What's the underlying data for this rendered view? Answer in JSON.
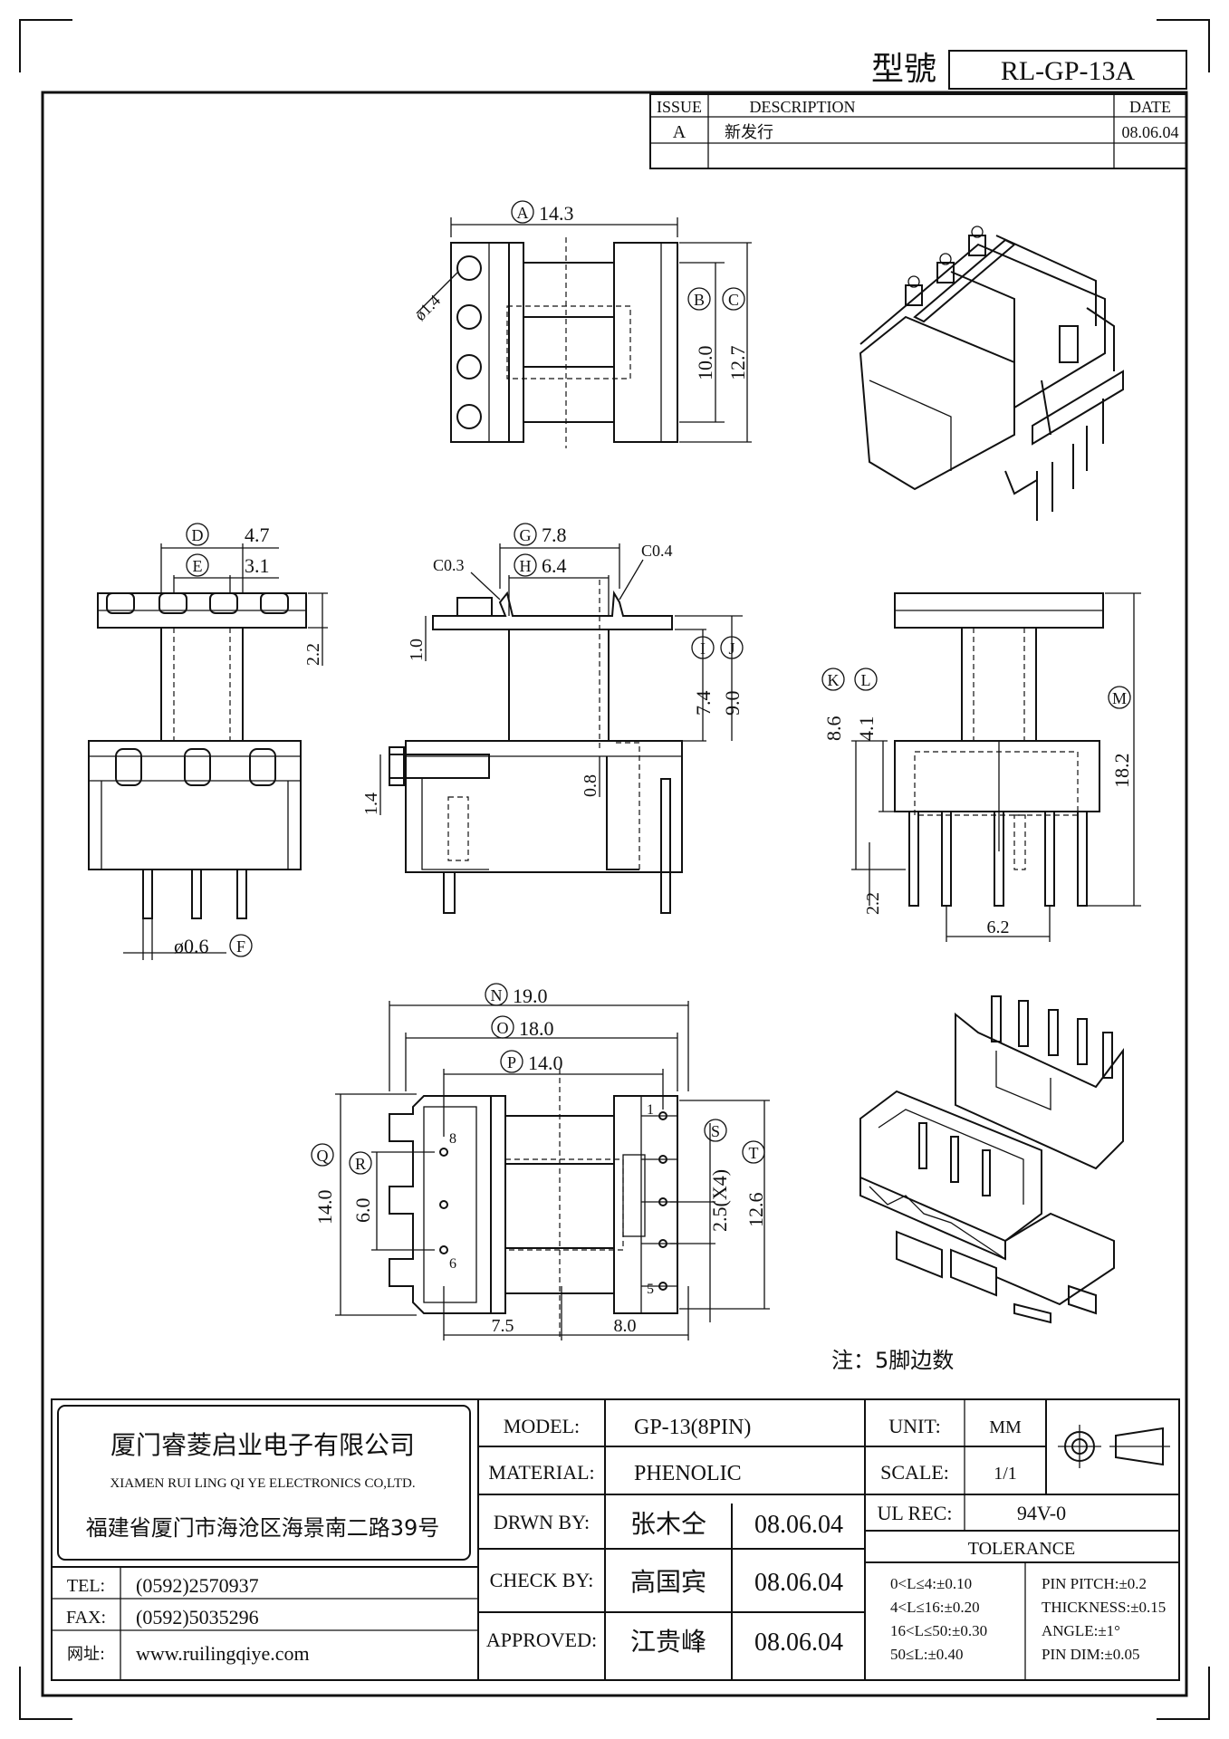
{
  "header": {
    "model_label": "型號",
    "model_value": "RL-GP-13A"
  },
  "revision": {
    "col_issue": "ISSUE",
    "col_description": "DESCRIPTION",
    "col_date": "DATE",
    "rows": [
      {
        "issue": "A",
        "description": "新发行",
        "date": "08.06.04"
      }
    ]
  },
  "top_view": {
    "A": "A",
    "A_val": "14.3",
    "B": "B",
    "B_val": "10.0",
    "C": "C",
    "C_val": "12.7",
    "hole_dia": "ø1.4"
  },
  "left_view": {
    "D": "D",
    "D_val": "4.7",
    "E": "E",
    "E_val": "3.1",
    "h_2_2": "2.2",
    "F": "F",
    "F_val": "ø0.6"
  },
  "front_view": {
    "G": "G",
    "G_val": "7.8",
    "H": "H",
    "H_val": "6.4",
    "c03": "C0.3",
    "c04": "C0.4",
    "d_1_0": "1.0",
    "I": "I",
    "I_val": "7.4",
    "J": "J",
    "J_val": "9.0",
    "d_1_4": "1.4",
    "d_0_8": "0.8"
  },
  "right_view": {
    "K": "K",
    "K_val": "8.6",
    "L": "L",
    "L_val": "4.1",
    "M": "M",
    "M_val": "18.2",
    "d_2_2": "2.2",
    "d_6_2": "6.2"
  },
  "bottom_view": {
    "N": "N",
    "N_val": "19.0",
    "O": "O",
    "O_val": "18.0",
    "P": "P",
    "P_val": "14.0",
    "Q": "Q",
    "Q_val": "14.0",
    "R": "R",
    "R_val": "6.0",
    "S": "S",
    "S_val": "2.5(X4)",
    "T": "T",
    "T_val": "12.6",
    "d_7_5": "7.5",
    "d_8_0": "8.0",
    "pin1": "1",
    "pin5": "5",
    "pin6": "6",
    "pin8": "8"
  },
  "note": "注：5脚边数",
  "company": {
    "name_cn": "厦门睿菱启业电子有限公司",
    "name_en": "XIAMEN RUI LING QI YE ELECTRONICS CO,LTD.",
    "address": "福建省厦门市海沧区海景南二路39号",
    "tel_label": "TEL:",
    "tel": "(0592)2570937",
    "fax_label": "FAX:",
    "fax": "(0592)5035296",
    "web_label": "网址:",
    "web": "www.ruilingqiye.com"
  },
  "title_block": {
    "model_label": "MODEL:",
    "model": "GP-13(8PIN)",
    "material_label": "MATERIAL:",
    "material": "PHENOLIC",
    "drwn_label": "DRWN BY:",
    "drwn": "张木仝",
    "drwn_date": "08.06.04",
    "check_label": "CHECK BY:",
    "check": "高国宾",
    "check_date": "08.06.04",
    "approved_label": "APPROVED:",
    "approved": "江贵峰",
    "approved_date": "08.06.04",
    "unit_label": "UNIT:",
    "unit": "MM",
    "scale_label": "SCALE:",
    "scale": "1/1",
    "ul_label": "UL REC:",
    "ul": "94V-0",
    "tolerance_label": "TOLERANCE",
    "tol_1": "0<L≤4:±0.10",
    "tol_2": "4<L≤16:±0.20",
    "tol_3": "16<L≤50:±0.30",
    "tol_4": "50≤L:±0.40",
    "tol_pin_pitch": "PIN PITCH:±0.2",
    "tol_thickness": "THICKNESS:±0.15",
    "tol_angle": "ANGLE:±1°",
    "tol_pin_dim": "PIN DIM:±0.05"
  }
}
